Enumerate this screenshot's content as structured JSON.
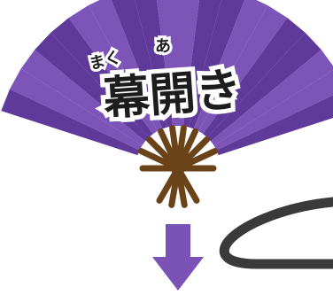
{
  "title": {
    "main": "幕開き",
    "ruby_maku": "まく",
    "ruby_a": "あ"
  },
  "colors": {
    "fan_dark": "#5f3a9a",
    "fan_light": "#7d55b9",
    "fan_mid": "#6d47aa",
    "ribs": "#6b4318",
    "arrow": "#7b52b5",
    "title_fill": "#1d1d1d",
    "outline": "#ffffff",
    "curve": "#3a3a3a"
  },
  "icons": {
    "fan": "folding-fan-icon",
    "arrow": "arrow-down-icon",
    "curve": "curve-line"
  }
}
